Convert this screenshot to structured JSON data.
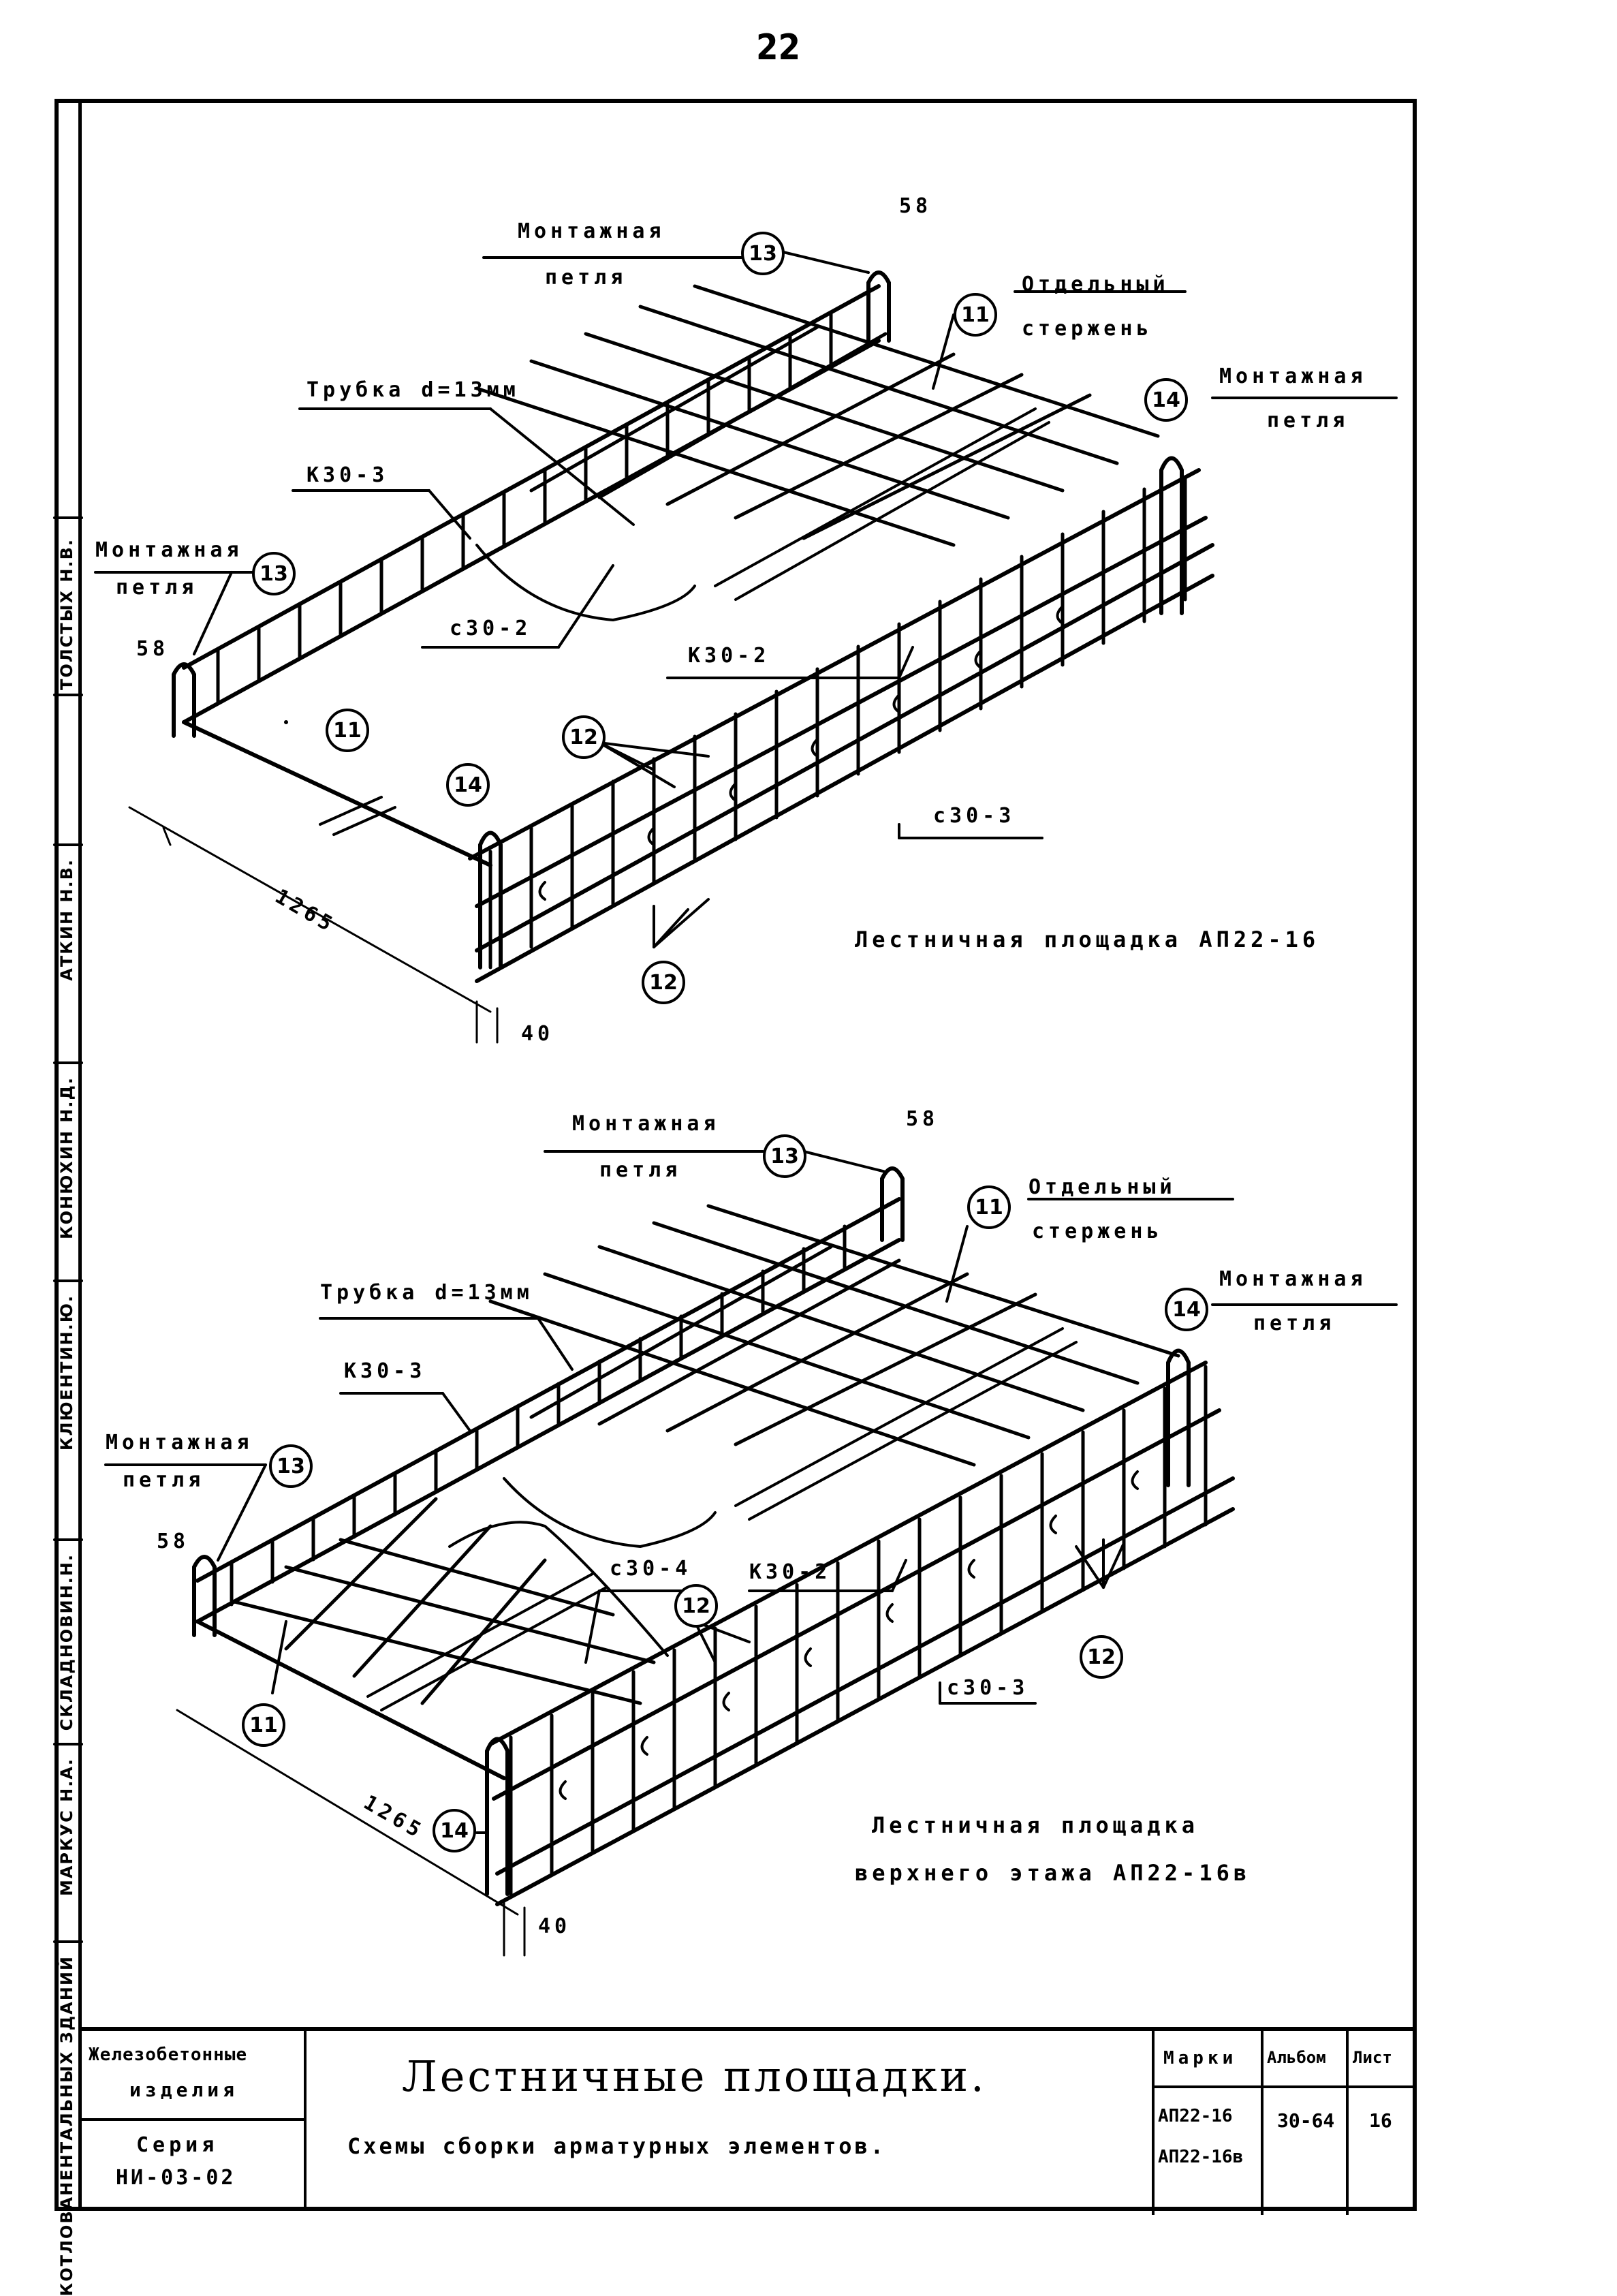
{
  "page_number": "22",
  "binding_strip": {
    "lines": [
      "КОТЛОВАНЕНТАЛЬНЫХ ЗДАНИЙ",
      "МАРКУС Н.А.",
      "СКЛАДНОВИН.Н.",
      "КЛЮЕНТИН.Ю.",
      "КОНЮХИН Н.Д.",
      "АТКИН Н.В.",
      "ТОЛСТЫХ Н.В."
    ]
  },
  "diagram_top": {
    "caption": "Лестничная площадка АП22-16",
    "labels": {
      "loop_top": "Монтажная\nпетля",
      "loop_left": "Монтажная\nпетля",
      "loop_right": "Монтажная\nпетля",
      "separate_rod": "Отдельный\nстержень",
      "tube": "Трубка d=13мм",
      "k30_3": "К30-3",
      "c30_2": "с30-2",
      "k30_2": "К30-2",
      "c30_3": "с30-3",
      "dim_58_top": "58",
      "dim_58_left": "58",
      "dim_1265": "1265",
      "dim_40": "40"
    },
    "callouts": [
      "13",
      "11",
      "14",
      "13",
      "11",
      "14",
      "12",
      "12"
    ]
  },
  "diagram_bottom": {
    "caption_line1": "Лестничная площадка",
    "caption_line2": "верхнего этажа АП22-16в",
    "labels": {
      "loop_top": "Монтажная\nпетля",
      "loop_left": "Монтажная\nпетля",
      "loop_right": "Монтажная\nпетля",
      "separate_rod": "Отдельный\nстержень",
      "tube": "Трубка d=13мм",
      "k30_3": "К30-3",
      "c30_4": "с30-4",
      "k30_2": "К30-2",
      "c30_3": "с30-3",
      "dim_58_top": "58",
      "dim_58_left": "58",
      "dim_1265": "1265",
      "dim_40": "40"
    },
    "callouts": [
      "13",
      "11",
      "14",
      "13",
      "11",
      "12",
      "12",
      "14"
    ]
  },
  "title_block": {
    "publisher_line1": "Железобетонные",
    "publisher_line2": "изделия",
    "series_label": "Серия",
    "series_value": "НИ-03-02",
    "main_title": "Лестничные площадки.",
    "subtitle": "Схемы сборки арматурных элементов.",
    "marks_header": "Марки",
    "marks_values": [
      "АП22-16",
      "АП22-16в"
    ],
    "album_header": "Альбом",
    "album_value": "30-64",
    "sheet_header": "Лист",
    "sheet_value": "16"
  }
}
